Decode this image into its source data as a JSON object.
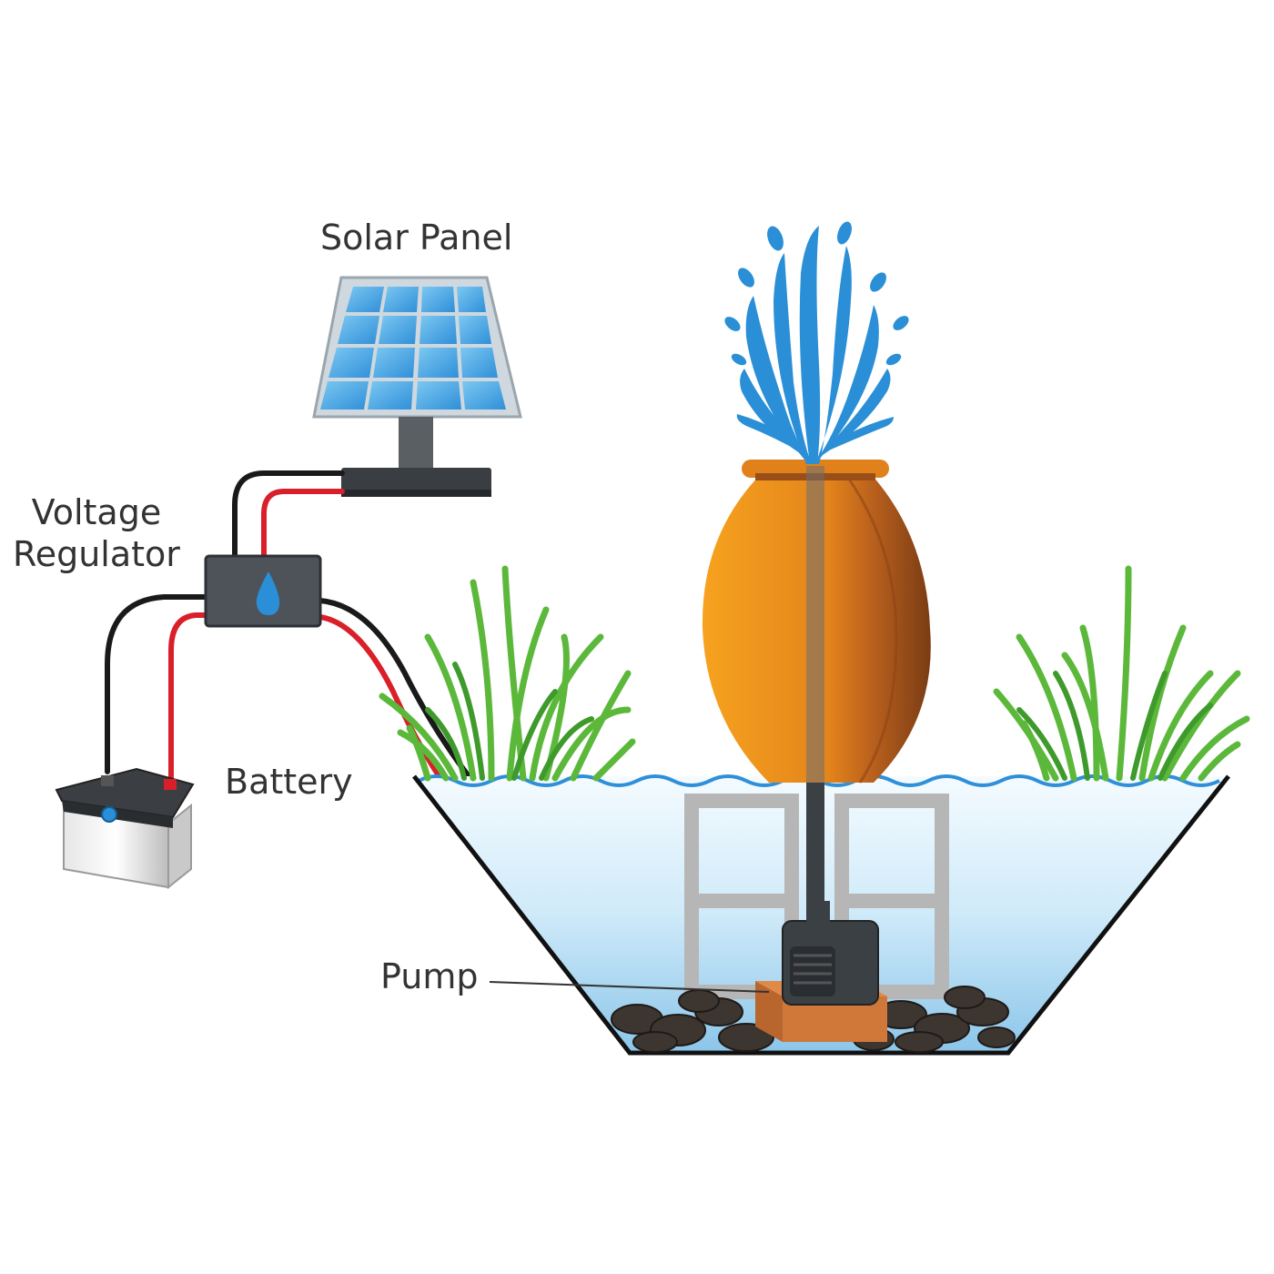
{
  "labels": {
    "solar_panel": "Solar Panel",
    "voltage_regulator_line1": "Voltage",
    "voltage_regulator_line2": "Regulator",
    "battery": "Battery",
    "pump": "Pump"
  },
  "colors": {
    "wire_positive": "#d9202a",
    "wire_negative": "#1a1a1a",
    "panel_cell": "#4aa8e6",
    "water_spray": "#2a8fd6",
    "urn": "#e88a1e",
    "grass": "#5cb83a",
    "pond_water": "#bfe3f7"
  },
  "icons": {
    "regulator": "water-drop-icon"
  }
}
